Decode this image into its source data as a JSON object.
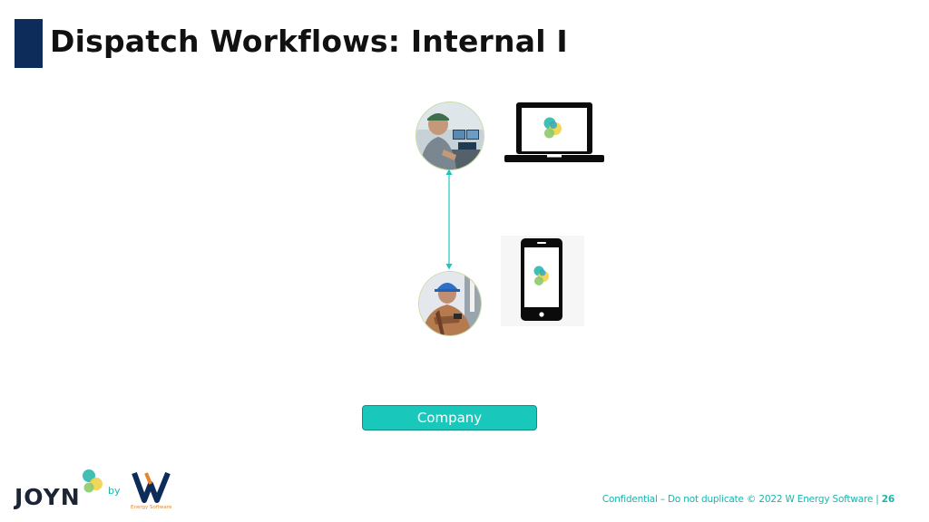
{
  "slide": {
    "title": "Dispatch Workflows: Internal I"
  },
  "diagram": {
    "avatars": [
      {
        "icon": "dispatcher-avatar"
      },
      {
        "icon": "field-technician-avatar"
      }
    ],
    "devices": [
      {
        "icon": "laptop-icon"
      },
      {
        "icon": "smartphone-icon"
      }
    ],
    "connector": {
      "icon": "bidirectional-arrow-icon",
      "color": "#19c8bb"
    },
    "company_label": "Company"
  },
  "colors": {
    "title_bar": "#0d2c59",
    "accent": "#19c8bb",
    "footer_text": "#19b5ab"
  },
  "footer": {
    "logo_text": "JOYN",
    "logo_by": "by",
    "logo_sub": "Energy Software",
    "confidential": "Confidential – Do not duplicate © 2022 W Energy Software | ",
    "page_number": "26"
  }
}
